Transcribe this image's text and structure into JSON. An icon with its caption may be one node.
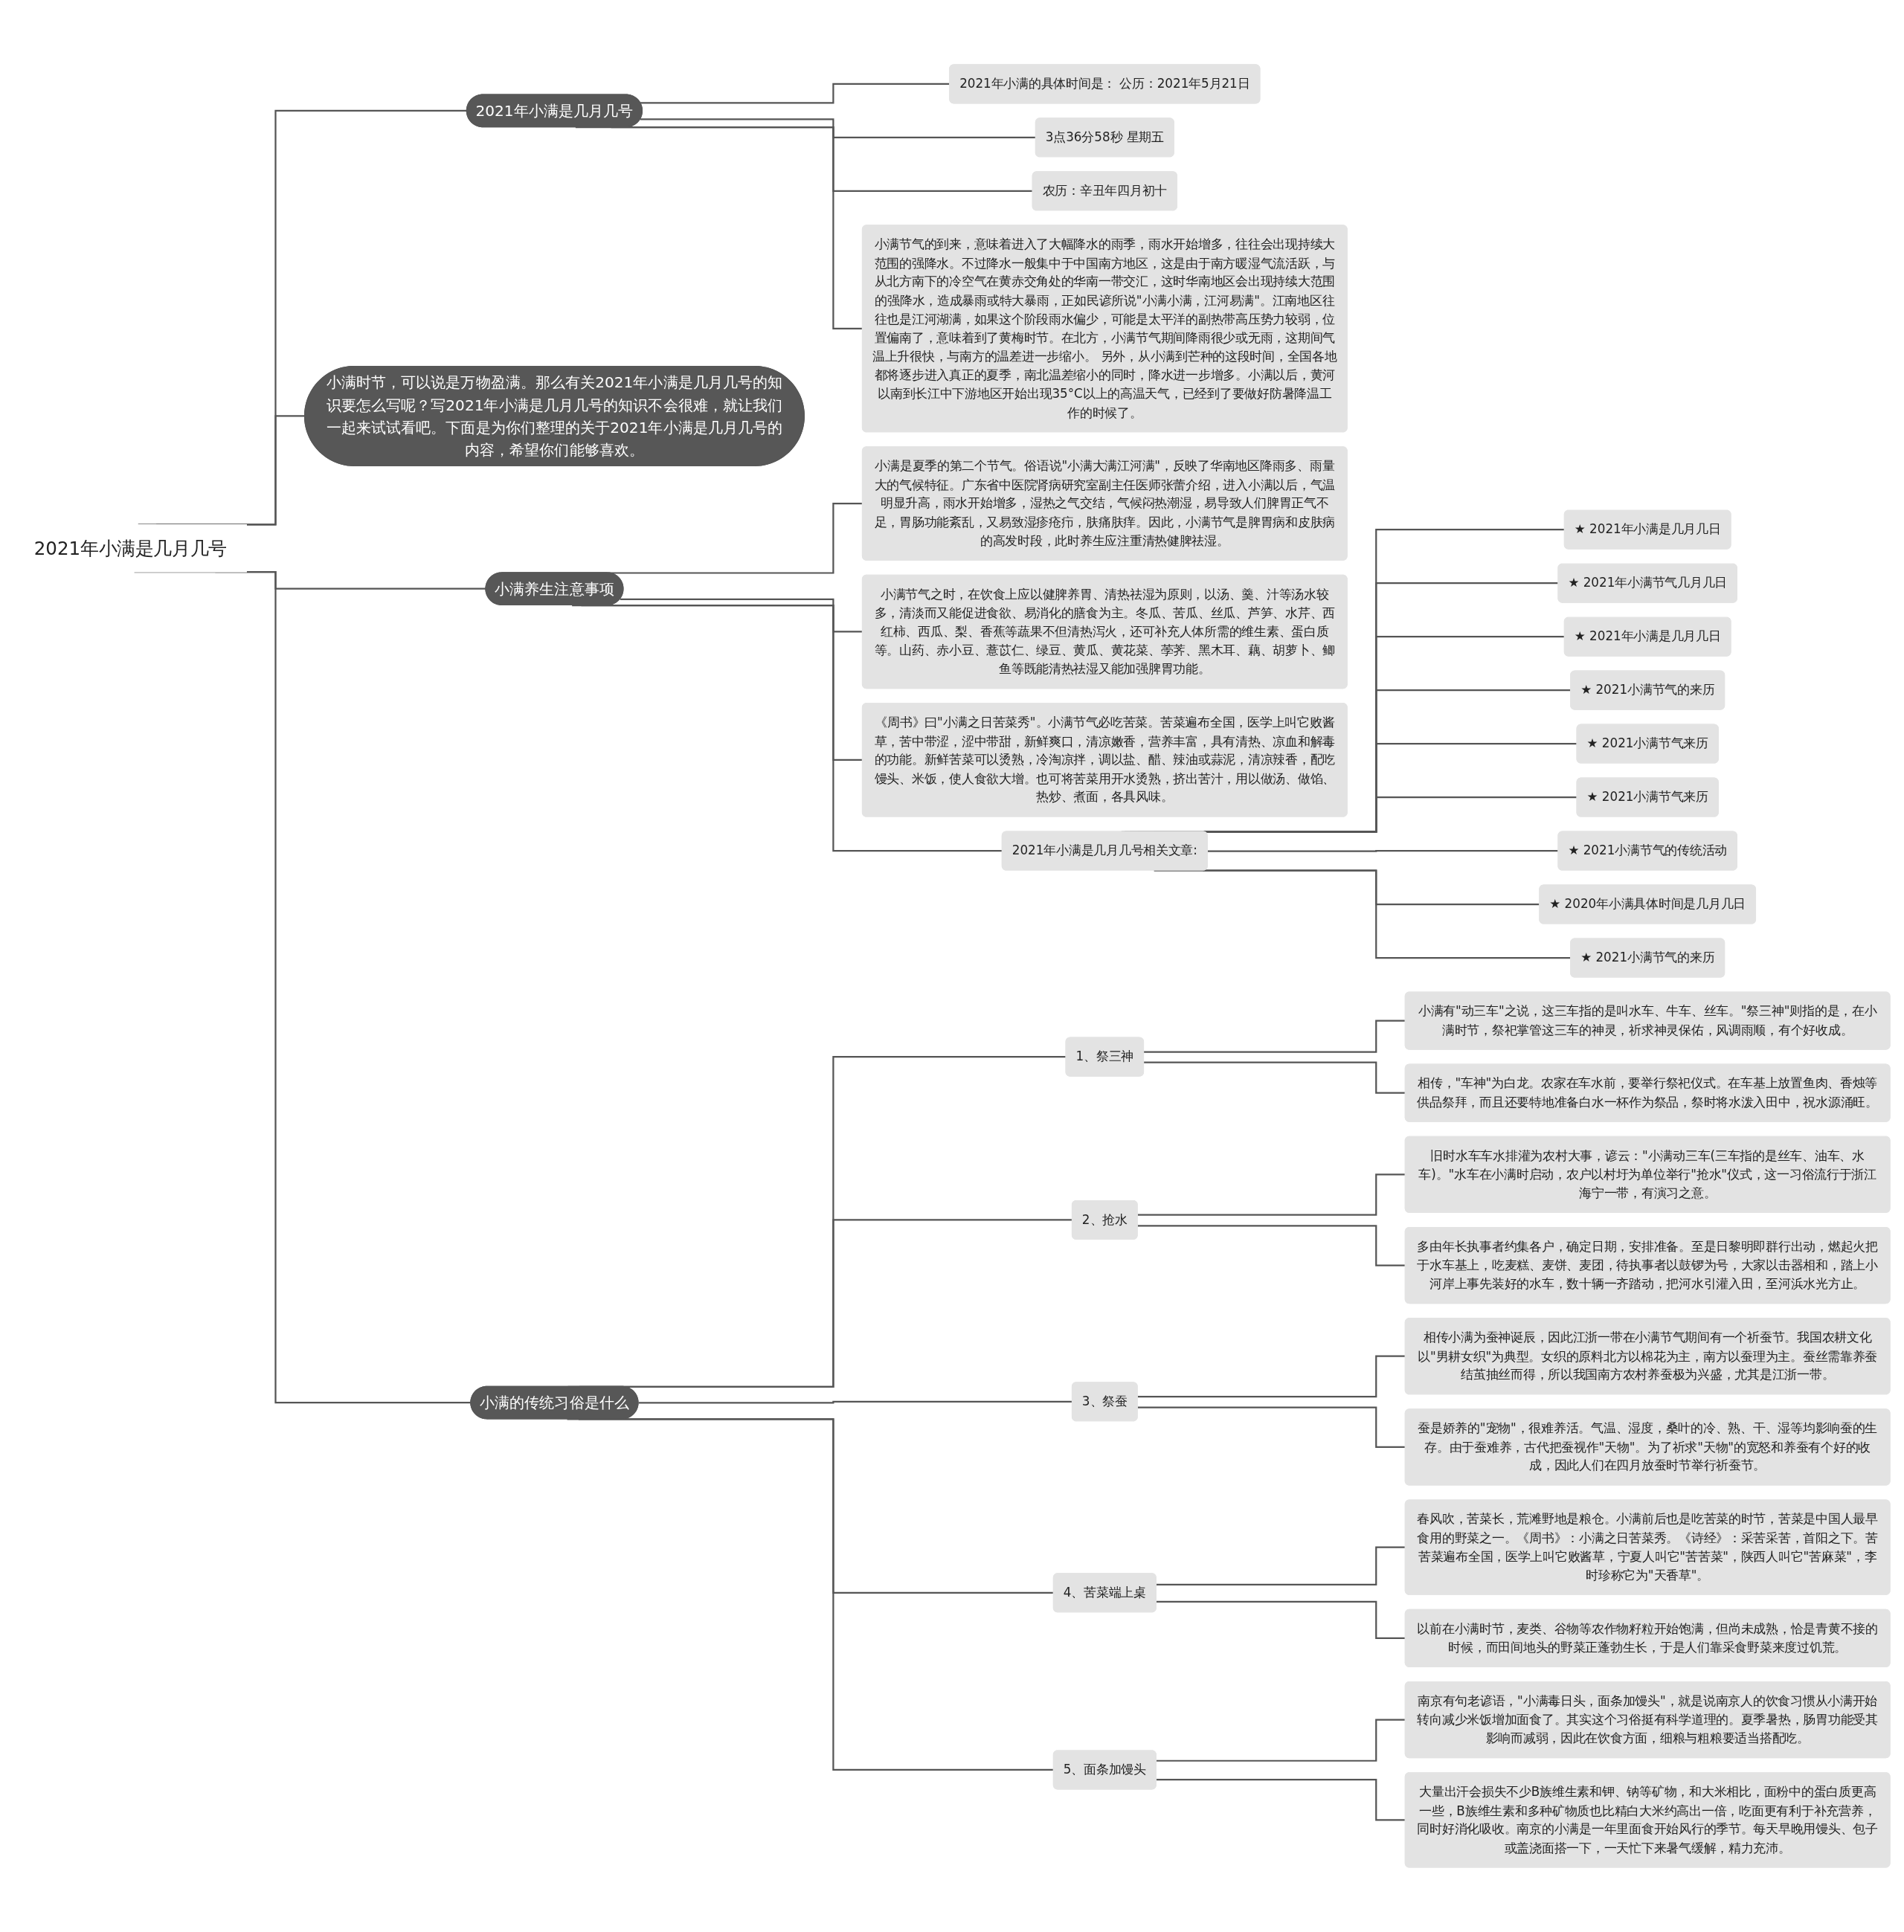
{
  "diagram": {
    "nodes": [
      {
        "text": [
          "2021年小满是几月几号"
        ]
      },
      {
        "text": [
          "2021年小满是几月几号"
        ]
      },
      {
        "text": [
          "2021年小满的具体时间是： 公历：2021年5月21日"
        ]
      },
      {
        "text": [
          "3点36分58秒 星期五"
        ]
      },
      {
        "text": [
          "农历：辛丑年四月初十"
        ]
      },
      {
        "text": [
          "小满节气的到来，意味着进入了大幅降水的雨季，雨水开始增多，往往会出现持续大范围的强降水。不过降水一般集中于中国南方地区，这是由于南方暖湿气流活跃，与从北方南下的冷空气在黄赤交角处的华南一带交汇，这时华南地区会出现持续大范围的强降水，造成暴雨或特大暴雨，正如民谚所说\"小满小满，江河易满\"。江南地区往往也是江河湖满，如果这个阶段雨水偏少，可能是太平洋的副热带高压势力较弱，位置偏南了，意味着到了黄梅时节。在北方，小满节气期间降雨很少或无雨，这期间气温上升很快，与南方的温差进一步缩小。 另外，从小满到芒种的这段时间，全国各地都将逐步进入真正的夏季，南北温差缩小的同时，降水进一步增多。小满以后，黄河以南到长江中下游地区开始出现35°C以上的高温天气，已经到了要做好防暑降温工作的时候了。"
        ]
      },
      {
        "text": [
          "小满时节，可以说是万物盈满。那么有关2021年小满是几月几号的知识要怎么写呢？写2021年小满是几月几号的知识不会很难，就让我们一起来试试看吧。下面是为你们整理的关于2021年小满是几月几号的内容，希望你们能够喜欢。"
        ]
      },
      {
        "text": [
          "小满养生注意事项"
        ]
      },
      {
        "text": [
          "小满是夏季的第二个节气。俗语说\"小满大满江河满\"，反映了华南地区降雨多、雨量大的气候特征。广东省中医院肾病研究室副主任医师张蕾介绍，进入小满以后，气温明显升高，雨水开始增多，湿热之气交结，气候闷热潮湿，易导致人们脾胃正气不足，胃肠功能紊乱，又易致湿疹疮疖，肤痛肤痒。因此，小满节气是脾胃病和皮肤病的高发时段，此时养生应注重清热健脾祛湿。"
        ]
      },
      {
        "text": [
          "小满节气之时，在饮食上应以健脾养胃、清热祛湿为原则，以汤、羹、汁等汤水较多，清淡而又能促进食欲、易消化的膳食为主。冬瓜、苦瓜、丝瓜、芦笋、水芹、西红柿、西瓜、梨、香蕉等蔬果不但清热泻火，还可补充人体所需的维生素、蛋白质等。山药、赤小豆、薏苡仁、绿豆、黄瓜、黄花菜、荸荠、黑木耳、藕、胡萝卜、鲫鱼等既能清热祛湿又能加强脾胃功能。"
        ]
      },
      {
        "text": [
          "《周书》曰\"小满之日苦菜秀\"。小满节气必吃苦菜。苦菜遍布全国，医学上叫它败酱草，苦中带涩，涩中带甜，新鲜爽口，清凉嫩香，营养丰富，具有清热、凉血和解毒的功能。新鲜苦菜可以烫熟，冷淘凉拌，调以盐、醋、辣油或蒜泥，清凉辣香，配吃馒头、米饭，使人食欲大增。也可将苦菜用开水烫熟，挤出苦汁，用以做汤、做馅、热炒、煮面，各具风味。"
        ]
      },
      {
        "text": [
          "2021年小满是几月几号相关文章:"
        ]
      },
      {
        "text": [
          "★ 2021年小满是几月几日"
        ]
      },
      {
        "text": [
          "★ 2021年小满节气几月几日"
        ]
      },
      {
        "text": [
          "★ 2021年小满是几月几日"
        ]
      },
      {
        "text": [
          "★ 2021小满节气的来历"
        ]
      },
      {
        "text": [
          "★ 2021小满节气来历"
        ]
      },
      {
        "text": [
          "★ 2021小满节气来历"
        ]
      },
      {
        "text": [
          "★ 2021小满节气的传统活动"
        ]
      },
      {
        "text": [
          "★ 2020年小满具体时间是几月几日"
        ]
      },
      {
        "text": [
          "★ 2021小满节气的来历"
        ]
      },
      {
        "text": [
          "小满的传统习俗是什么"
        ]
      },
      {
        "text": [
          "1、祭三神"
        ]
      },
      {
        "text": [
          "小满有\"动三车\"之说，这三车指的是叫水车、牛车、丝车。\"祭三神\"则指的是，在小满时节，祭祀掌管这三车的神灵，祈求神灵保佑，风调雨顺，有个好收成。"
        ]
      },
      {
        "text": [
          "相传，\"车神\"为白龙。农家在车水前，要举行祭祀仪式。在车基上放置鱼肉、香烛等供品祭拜，而且还要特地准备白水一杯作为祭品，祭时将水泼入田中，祝水源涌旺。"
        ]
      },
      {
        "text": [
          "2、抢水"
        ]
      },
      {
        "text": [
          "旧时水车车水排灌为农村大事，谚云：\"小满动三车(三车指的是丝车、油车、水车)。\"水车在小满时启动，农户以村圩为单位举行\"抢水\"仪式，这一习俗流行于浙江海宁一带，有演习之意。"
        ]
      },
      {
        "text": [
          "多由年长执事者约集各户，确定日期，安排准备。至是日黎明即群行出动，燃起火把于水车基上，吃麦糕、麦饼、麦团，待执事者以鼓锣为号，大家以击器相和，踏上小河岸上事先装好的水车，数十辆一齐踏动，把河水引灌入田，至河浜水光方止。"
        ]
      },
      {
        "text": [
          "3、祭蚕"
        ]
      },
      {
        "text": [
          "相传小满为蚕神诞辰，因此江浙一带在小满节气期间有一个祈蚕节。我国农耕文化以\"男耕女织\"为典型。女织的原料北方以棉花为主，南方以蚕理为主。蚕丝需靠养蚕结茧抽丝而得，所以我国南方农村养蚕极为兴盛，尤其是江浙一带。"
        ]
      },
      {
        "text": [
          "蚕是娇养的\"宠物\"，很难养活。气温、湿度，桑叶的冷、熟、干、湿等均影响蚕的生存。由于蚕难养，古代把蚕视作\"天物\"。为了祈求\"天物\"的宽怒和养蚕有个好的收成，因此人们在四月放蚕时节举行祈蚕节。"
        ]
      },
      {
        "text": [
          "4、苦菜端上桌"
        ]
      },
      {
        "text": [
          "春风吹，苦菜长，荒滩野地是粮仓。小满前后也是吃苦菜的时节，苦菜是中国人最早食用的野菜之一。《周书》：小满之日苦菜秀。《诗经》：采苦采苦，首阳之下。苦苦菜遍布全国，医学上叫它败酱草，宁夏人叫它\"苦苦菜\"，陕西人叫它\"苦麻菜\"，李时珍称它为\"天香草\"。"
        ]
      },
      {
        "text": [
          "以前在小满时节，麦类、谷物等农作物籽粒开始饱满，但尚未成熟，恰是青黄不接的时候，而田间地头的野菜正蓬勃生长，于是人们靠采食野菜来度过饥荒。"
        ]
      },
      {
        "text": [
          "5、面条加馒头"
        ]
      },
      {
        "text": [
          "南京有句老谚语，\"小满毒日头，面条加馒头\"，就是说南京人的饮食习惯从小满开始转向减少米饭增加面食了。其实这个习俗挺有科学道理的。夏季暑热，肠胃功能受其影响而减弱，因此在饮食方面，细粮与粗粮要适当搭配吃。"
        ]
      },
      {
        "text": [
          "大量出汗会损失不少B族维生素和钾、钠等矿物，和大米相比，面粉中的蛋白质更高一些，B族维生素和多种矿物质也比精白大米约高出一倍，吃面更有利于补充营养，同时好消化吸收。南京的小满是一年里面食开始风行的季节。每天早晚用馒头、包子或盖浇面搭一下，一天忙下来暑气缓解，精力充沛。"
        ]
      }
    ],
    "edges": [
      {
        "from": 0,
        "to": 1,
        "arrow": "none"
      },
      {
        "from": 1,
        "to": 2,
        "arrow": "none"
      },
      {
        "from": 1,
        "to": 3,
        "arrow": "none"
      },
      {
        "from": 1,
        "to": 4,
        "arrow": "none"
      },
      {
        "from": 1,
        "to": 5,
        "arrow": "none"
      },
      {
        "from": 0,
        "to": 6,
        "arrow": "none"
      },
      {
        "from": 0,
        "to": 7,
        "arrow": "none"
      },
      {
        "from": 7,
        "to": 8,
        "arrow": "none"
      },
      {
        "from": 7,
        "to": 9,
        "arrow": "none"
      },
      {
        "from": 7,
        "to": 10,
        "arrow": "none"
      },
      {
        "from": 7,
        "to": 11,
        "arrow": "none"
      },
      {
        "from": 11,
        "to": 12,
        "arrow": "none"
      },
      {
        "from": 11,
        "to": 13,
        "arrow": "none"
      },
      {
        "from": 11,
        "to": 14,
        "arrow": "none"
      },
      {
        "from": 11,
        "to": 15,
        "arrow": "none"
      },
      {
        "from": 11,
        "to": 16,
        "arrow": "none"
      },
      {
        "from": 11,
        "to": 17,
        "arrow": "none"
      },
      {
        "from": 11,
        "to": 18,
        "arrow": "none"
      },
      {
        "from": 11,
        "to": 19,
        "arrow": "none"
      },
      {
        "from": 11,
        "to": 20,
        "arrow": "none"
      },
      {
        "from": 0,
        "to": 21,
        "arrow": "none"
      },
      {
        "from": 21,
        "to": 22,
        "arrow": "none"
      },
      {
        "from": 22,
        "to": 23,
        "arrow": "none"
      },
      {
        "from": 22,
        "to": 24,
        "arrow": "none"
      },
      {
        "from": 21,
        "to": 25,
        "arrow": "none"
      },
      {
        "from": 25,
        "to": 26,
        "arrow": "none"
      },
      {
        "from": 25,
        "to": 27,
        "arrow": "none"
      },
      {
        "from": 21,
        "to": 28,
        "arrow": "none"
      },
      {
        "from": 28,
        "to": 29,
        "arrow": "none"
      },
      {
        "from": 28,
        "to": 30,
        "arrow": "none"
      },
      {
        "from": 21,
        "to": 31,
        "arrow": "none"
      },
      {
        "from": 31,
        "to": 32,
        "arrow": "none"
      },
      {
        "from": 31,
        "to": 33,
        "arrow": "none"
      },
      {
        "from": 21,
        "to": 34,
        "arrow": "none"
      },
      {
        "from": 34,
        "to": 35,
        "arrow": "none"
      },
      {
        "from": 34,
        "to": 36,
        "arrow": "none"
      }
    ]
  }
}
